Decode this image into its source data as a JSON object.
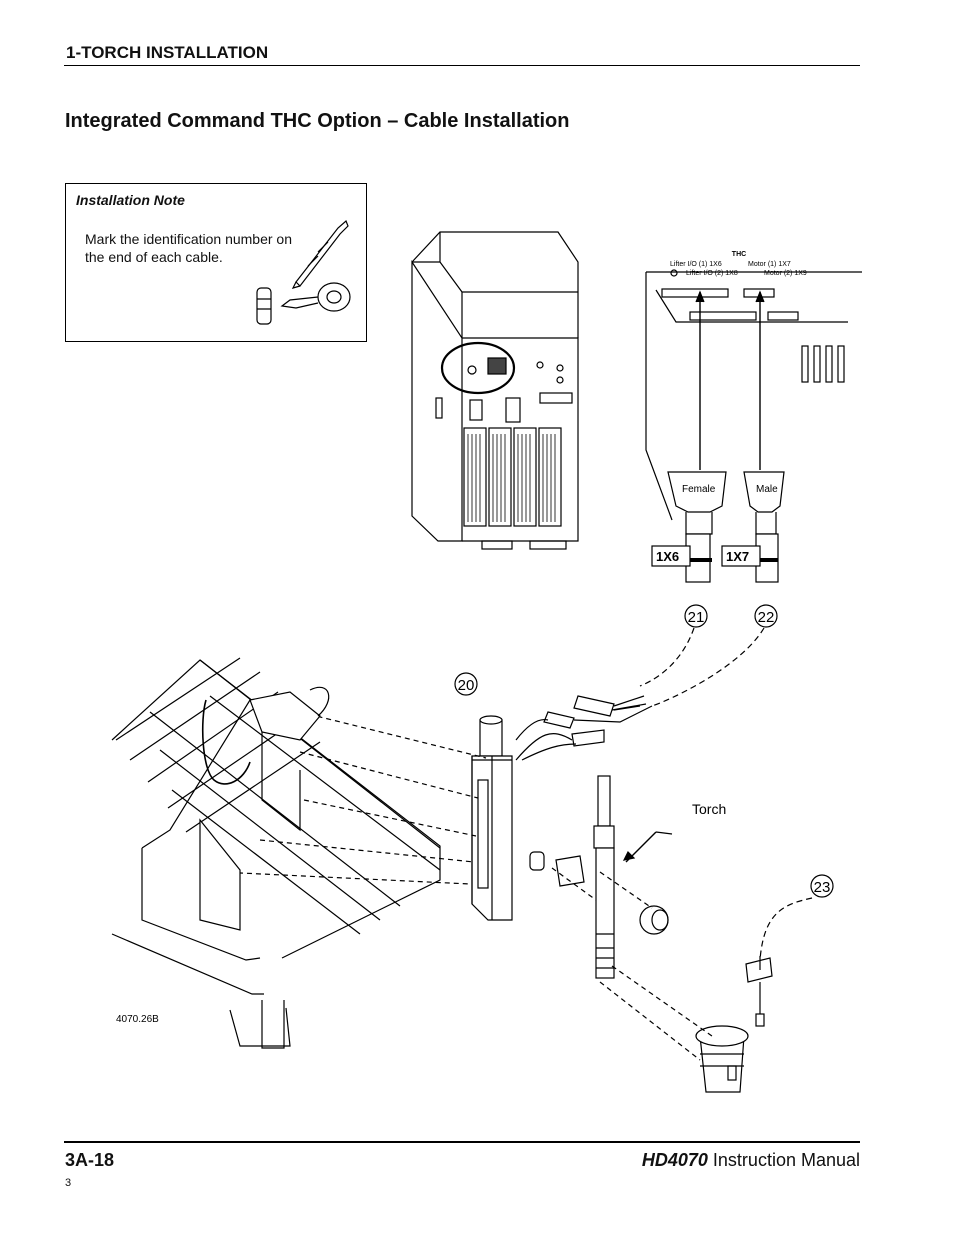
{
  "header": {
    "section_title": "1-TORCH INSTALLATION"
  },
  "title": "Integrated Command THC Option – Cable Installation",
  "note": {
    "heading": "Installation Note",
    "text": "Mark the identification number on the end of each cable."
  },
  "panel_labels": {
    "thc": "THC",
    "lifter1": "Lifter I/O (1) 1X6",
    "motor1": "Motor (1) 1X7",
    "lifter2": "Lifter I/O (2) 1X8",
    "motor2": "Motor (2) 1X9"
  },
  "connectors": {
    "female": "Female",
    "male": "Male",
    "tag1": "1X6",
    "tag2": "1X7"
  },
  "callouts": {
    "c20": "20",
    "c21": "21",
    "c22": "22",
    "c23": "23"
  },
  "torch_label": "Torch",
  "figure_id": "4070.26B",
  "footer": {
    "page_number": "3A-18",
    "model": "HD4070",
    "manual": " Instruction Manual",
    "small": "3"
  }
}
